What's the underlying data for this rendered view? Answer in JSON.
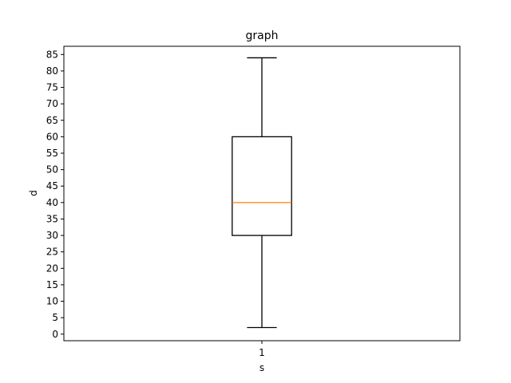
{
  "chart_data": {
    "type": "box",
    "title": "graph",
    "xlabel": "s",
    "ylabel": "d",
    "categories": [
      "1"
    ],
    "boxes": [
      {
        "category": "1",
        "whisker_low": 2,
        "q1": 30,
        "median": 40,
        "q3": 60,
        "whisker_high": 84
      }
    ],
    "ylim": [
      -2,
      87.5
    ],
    "yticks": [
      0,
      5,
      10,
      15,
      20,
      25,
      30,
      35,
      40,
      45,
      50,
      55,
      60,
      65,
      70,
      75,
      80,
      85
    ],
    "grid": false,
    "colors": {
      "box": "#000000",
      "median": "#ff7f0e",
      "axes": "#000000"
    }
  }
}
